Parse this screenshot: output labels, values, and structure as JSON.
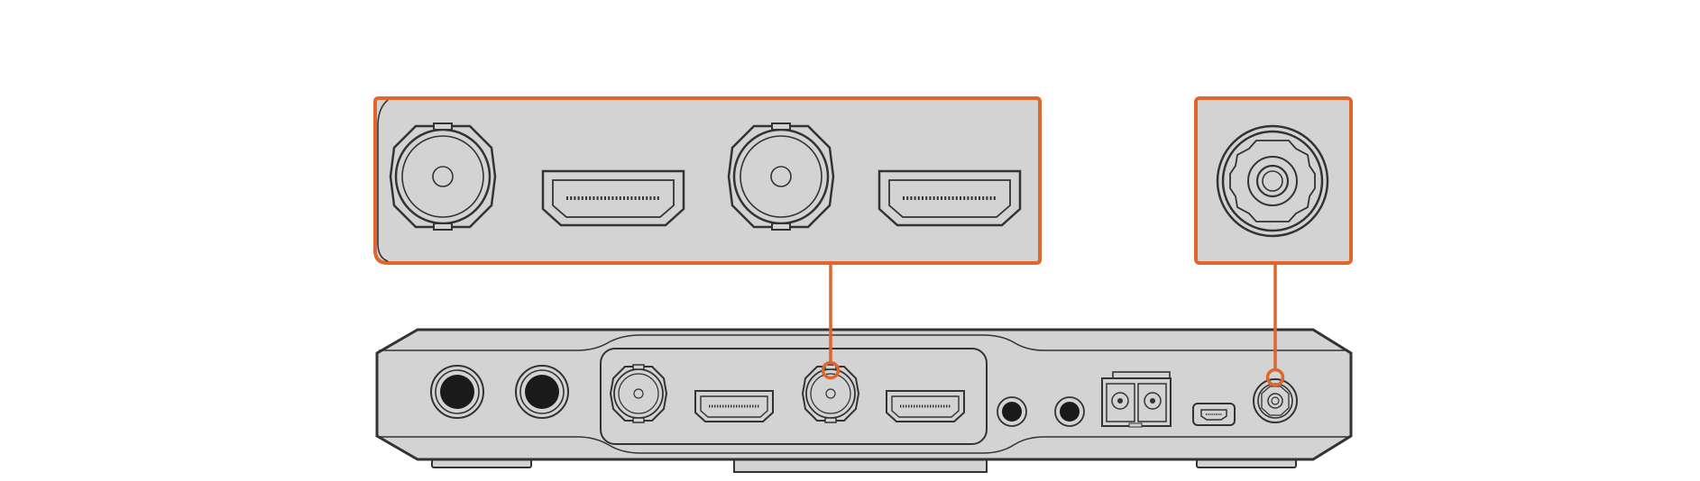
{
  "diagram": {
    "subject": "device-rear-panel-connectors",
    "callouts": [
      {
        "id": "video-connectors-callout",
        "connectors": [
          "bnc",
          "hdmi",
          "bnc",
          "hdmi"
        ]
      },
      {
        "id": "reference-connector-callout",
        "connectors": [
          "threaded-coax"
        ]
      }
    ],
    "panel_connectors": [
      "audio-jack",
      "audio-jack",
      "bnc",
      "hdmi",
      "bnc",
      "hdmi",
      "mini-jack",
      "mini-jack",
      "optical-lc-duplex",
      "usb-mini",
      "threaded-coax"
    ]
  },
  "colors": {
    "accent": "#e0662e",
    "panel_fill": "#d3d3d3",
    "outline": "#333333",
    "background": "#ffffff"
  }
}
